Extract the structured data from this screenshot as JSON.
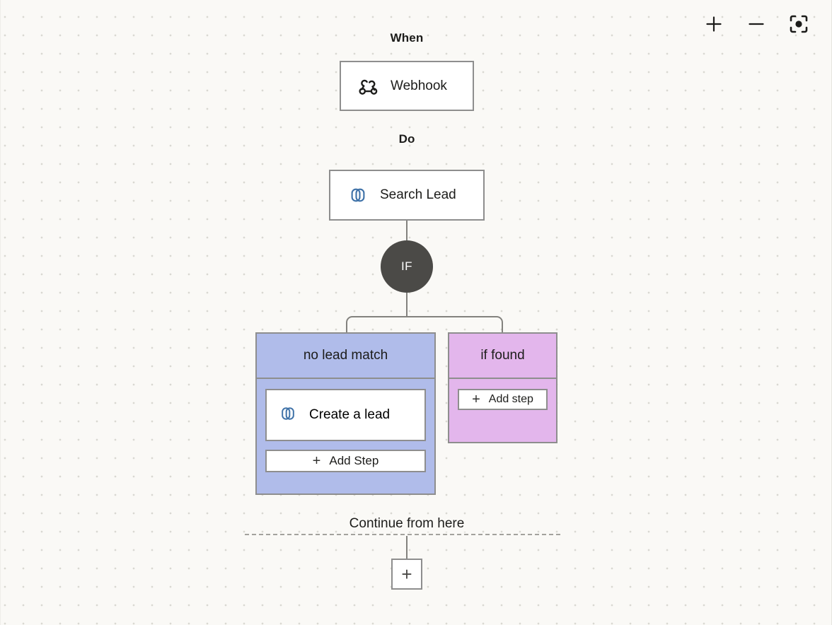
{
  "canvas": {
    "background_color": "#faf9f6",
    "grid_dot_color": "#d9d8d2"
  },
  "toolbar": {
    "zoom_in_label": "+",
    "zoom_out_label": "−",
    "zoom_in_icon": "plus-icon",
    "zoom_out_icon": "minus-icon",
    "fit_view_icon": "focus-center-icon"
  },
  "sections": {
    "when_label": "When",
    "do_label": "Do"
  },
  "trigger": {
    "label": "Webhook",
    "icon": "webhook-icon"
  },
  "action": {
    "label": "Search Lead",
    "icon": "pipedrive-link-icon",
    "icon_color": "#3f72a8"
  },
  "condition": {
    "label": "IF",
    "circle_color": "#4b4a47"
  },
  "branches": [
    {
      "name": "no lead match",
      "color": "#b0bcea",
      "steps": [
        {
          "label": "Create a lead",
          "icon": "pipedrive-link-icon"
        }
      ],
      "add_step_label": "Add Step",
      "add_step_icon": "plus-icon"
    },
    {
      "name": "if found",
      "color": "#e3b6ec",
      "steps": [],
      "add_step_label": "Add step",
      "add_step_icon": "plus-icon"
    }
  ],
  "footer": {
    "continue_label": "Continue from here",
    "add_node_icon": "plus-icon",
    "add_node_label": "+"
  }
}
